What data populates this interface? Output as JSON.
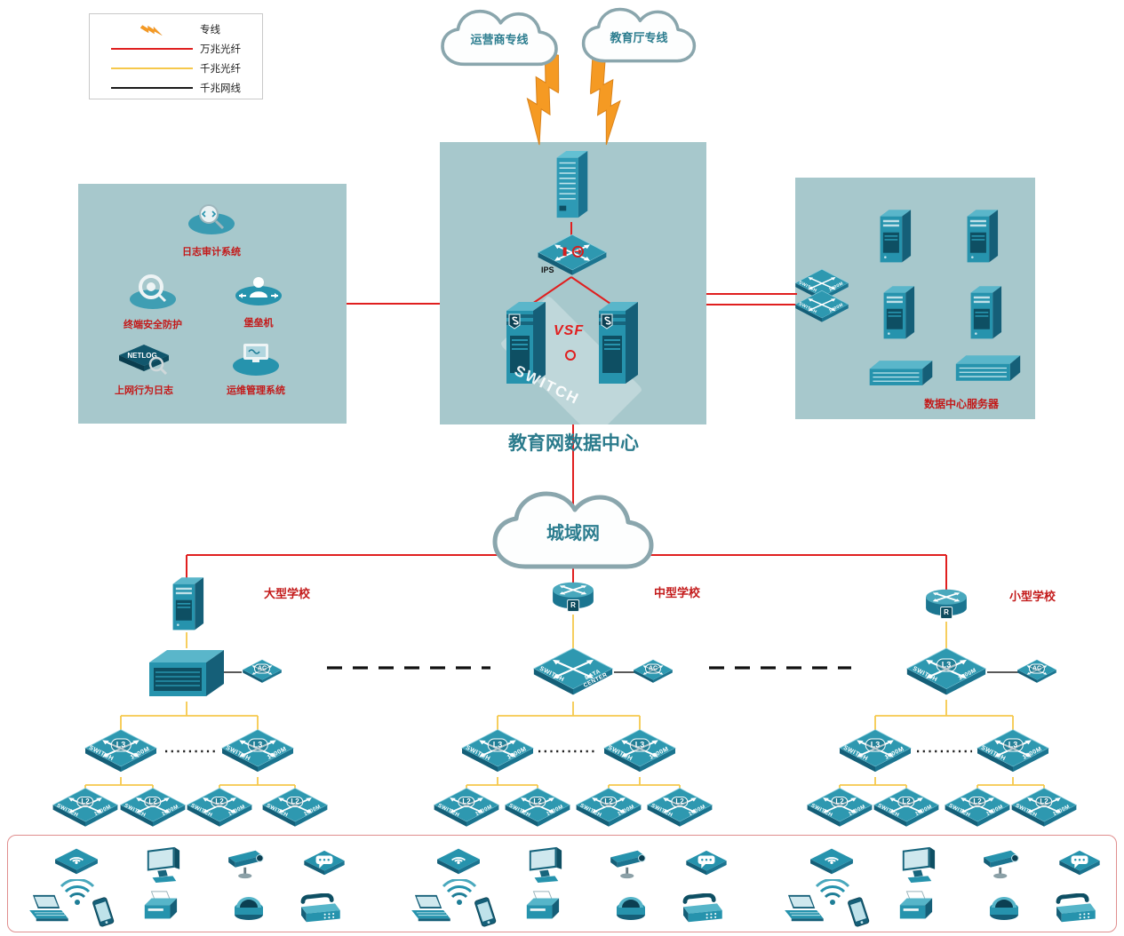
{
  "legend": {
    "items": [
      {
        "label": "专线",
        "type": "lightning",
        "color": "#F59A23"
      },
      {
        "label": "万兆光纤",
        "type": "line",
        "color": "#E01F1F"
      },
      {
        "label": "千兆光纤",
        "type": "line",
        "color": "#F6C84C"
      },
      {
        "label": "千兆网线",
        "type": "line",
        "color": "#1A1A1A"
      }
    ]
  },
  "clouds": {
    "carrier": "运营商专线",
    "education": "教育厅专线",
    "metro": "城域网"
  },
  "datacenter": {
    "title": "教育网数据中心",
    "ips_label": "IPS",
    "vsf_label": "VSF",
    "switch_watermark": "SWITCH"
  },
  "security_block": {
    "log_audit": "日志审计系统",
    "terminal_protection": "终端安全防护",
    "bastion_host": "堡垒机",
    "netlog_badge": "NETLOG",
    "net_behavior_log": "上网行为日志",
    "ops_management": "运维管理系统"
  },
  "server_block": {
    "title": "数据中心服务器"
  },
  "schools": {
    "large": {
      "name": "大型学校"
    },
    "medium": {
      "name": "中型学校"
    },
    "small": {
      "name": "小型学校"
    }
  },
  "device_labels": {
    "l3": "L3",
    "l2": "L2",
    "ac": "AC",
    "router": "R",
    "switch": "SWITCH",
    "speed": "1000M",
    "data_center": "DATA\nCENTER"
  }
}
